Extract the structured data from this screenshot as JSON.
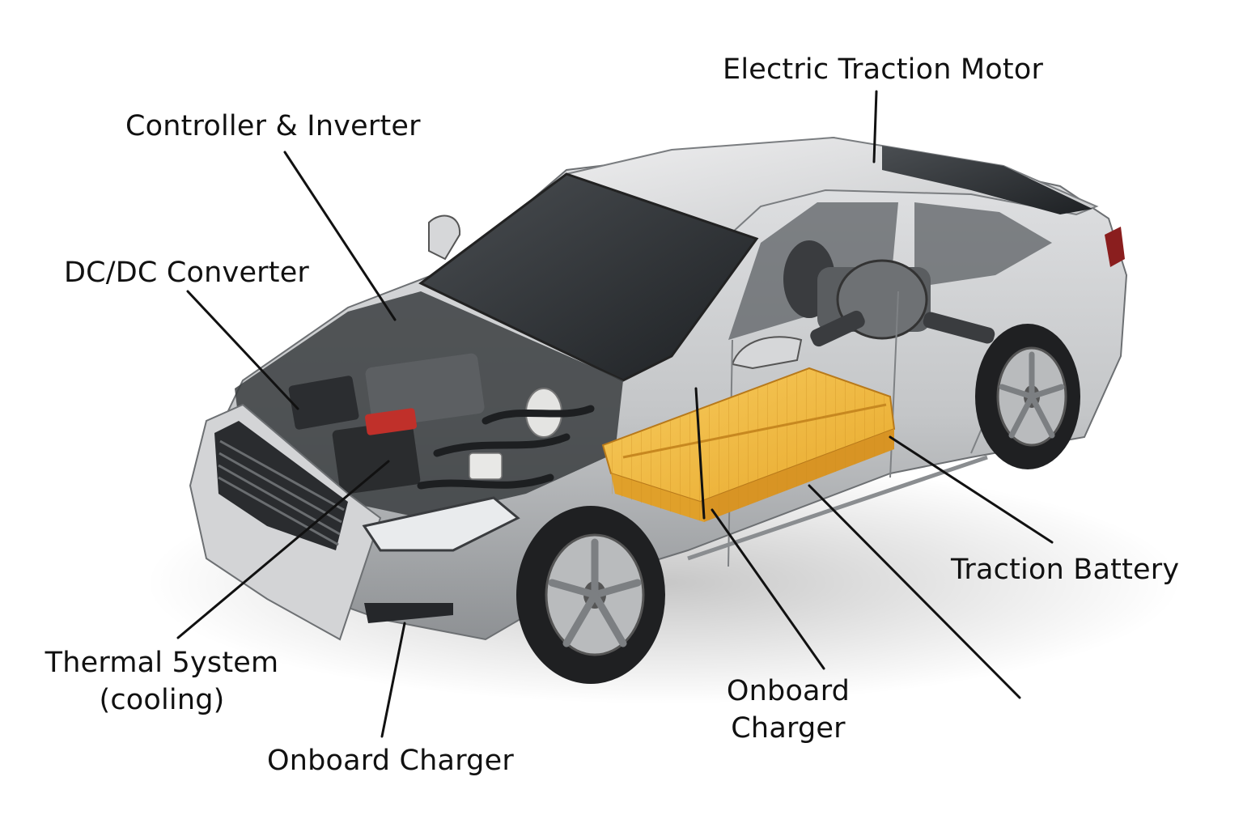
{
  "labels": {
    "electric_traction_motor": "Electric Traction Motor",
    "controller_inverter": "Controller & Inverter",
    "dc_dc_converter": "DC/DC Converter",
    "traction_battery": "Traction Battery",
    "thermal_system_line1": "Thermal 5ystem",
    "thermal_system_line2": "(cooling)",
    "onboard_charger_front": "Onboard Charger",
    "onboard_charger_side_line1": "Onboard",
    "onboard_charger_side_line2": "Charger"
  },
  "colors": {
    "battery": "#f0b43a",
    "body": "#c9cacc",
    "glass": "#2e3134",
    "tire": "#1f2022",
    "leader_line": "#111111",
    "tail_light": "#8a1e1e"
  }
}
